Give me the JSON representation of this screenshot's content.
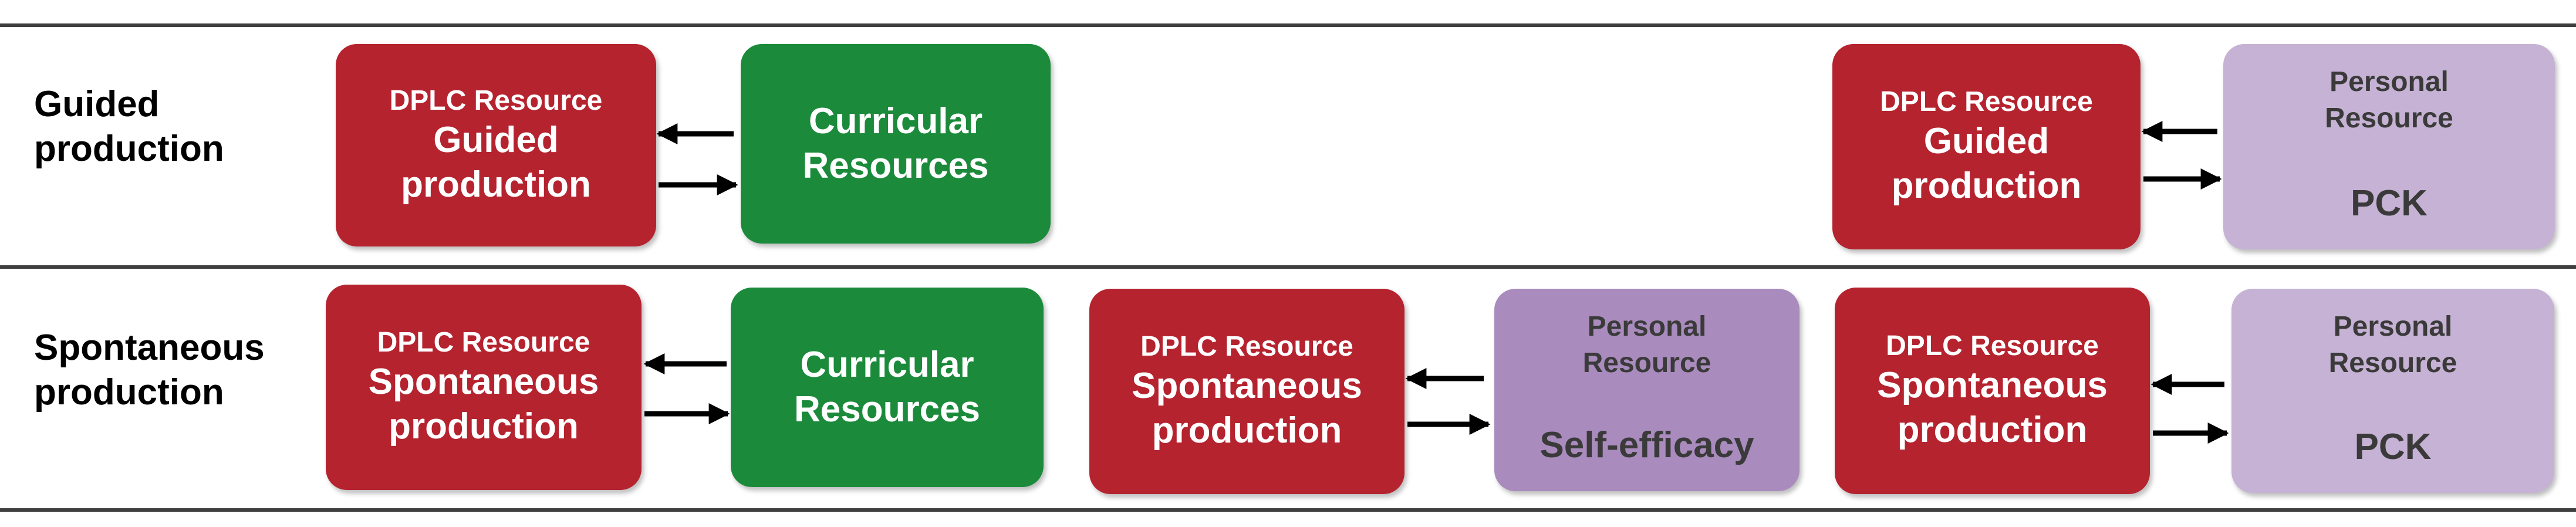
{
  "rows": [
    {
      "label_line1": "Guided",
      "label_line2": "production"
    },
    {
      "label_line1": "Spontaneous",
      "label_line2": "production"
    }
  ],
  "boxes": {
    "g1_dplc": {
      "title": "DPLC Resource",
      "line1": "Guided",
      "line2": "production"
    },
    "g1_curr": {
      "line1": "Curricular",
      "line2": "Resources"
    },
    "g2_dplc": {
      "title": "DPLC Resource",
      "line1": "Guided",
      "line2": "production"
    },
    "g2_pers": {
      "title1": "Personal",
      "title2": "Resource",
      "main": "PCK"
    },
    "s1_dplc": {
      "title": "DPLC Resource",
      "line1": "Spontaneous",
      "line2": "production"
    },
    "s1_curr": {
      "line1": "Curricular",
      "line2": "Resources"
    },
    "s2_dplc": {
      "title": "DPLC Resource",
      "line1": "Spontaneous",
      "line2": "production"
    },
    "s2_pers": {
      "title1": "Personal",
      "title2": "Resource",
      "main": "Self-efficacy"
    },
    "s3_dplc": {
      "title": "DPLC Resource",
      "line1": "Spontaneous",
      "line2": "production"
    },
    "s3_pers": {
      "title1": "Personal",
      "title2": "Resource",
      "main": "PCK"
    }
  },
  "colors": {
    "dplc": "#b5232f",
    "curricular": "#1b8b3b",
    "personal_light": "#c6b2d4",
    "personal_medium": "#a98bbd",
    "rule": "#3f3f3f",
    "arrow": "#000000"
  }
}
